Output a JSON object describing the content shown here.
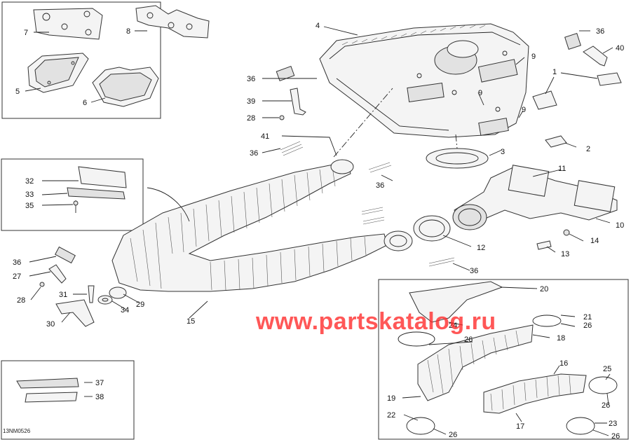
{
  "watermark": "www.partskatalog.ru",
  "figure_code": "13NM0526",
  "callouts": {
    "c1": "1",
    "c2": "2",
    "c3": "3",
    "c4": "4",
    "c5": "5",
    "c6": "6",
    "c7": "7",
    "c8": "8",
    "c9a": "9",
    "c9b": "9",
    "c9c": "9",
    "c10": "10",
    "c11": "11",
    "c12": "12",
    "c13": "13",
    "c14": "14",
    "c15": "15",
    "c16": "16",
    "c17": "17",
    "c18": "18",
    "c19": "19",
    "c20": "20",
    "c21": "21",
    "c22": "22",
    "c23": "23",
    "c24": "24",
    "c25": "25",
    "c26a": "26",
    "c26b": "26",
    "c26c": "26",
    "c26d": "26",
    "c26e": "26",
    "c27": "27",
    "c28a": "28",
    "c28b": "28",
    "c29": "29",
    "c30": "30",
    "c31": "31",
    "c32": "32",
    "c33": "33",
    "c34": "34",
    "c35": "35",
    "c36a": "36",
    "c36b": "36",
    "c36c": "36",
    "c36d": "36",
    "c36e": "36",
    "c36f": "36",
    "c37": "37",
    "c38": "38",
    "c39": "39",
    "c40": "40",
    "c41": "41"
  }
}
